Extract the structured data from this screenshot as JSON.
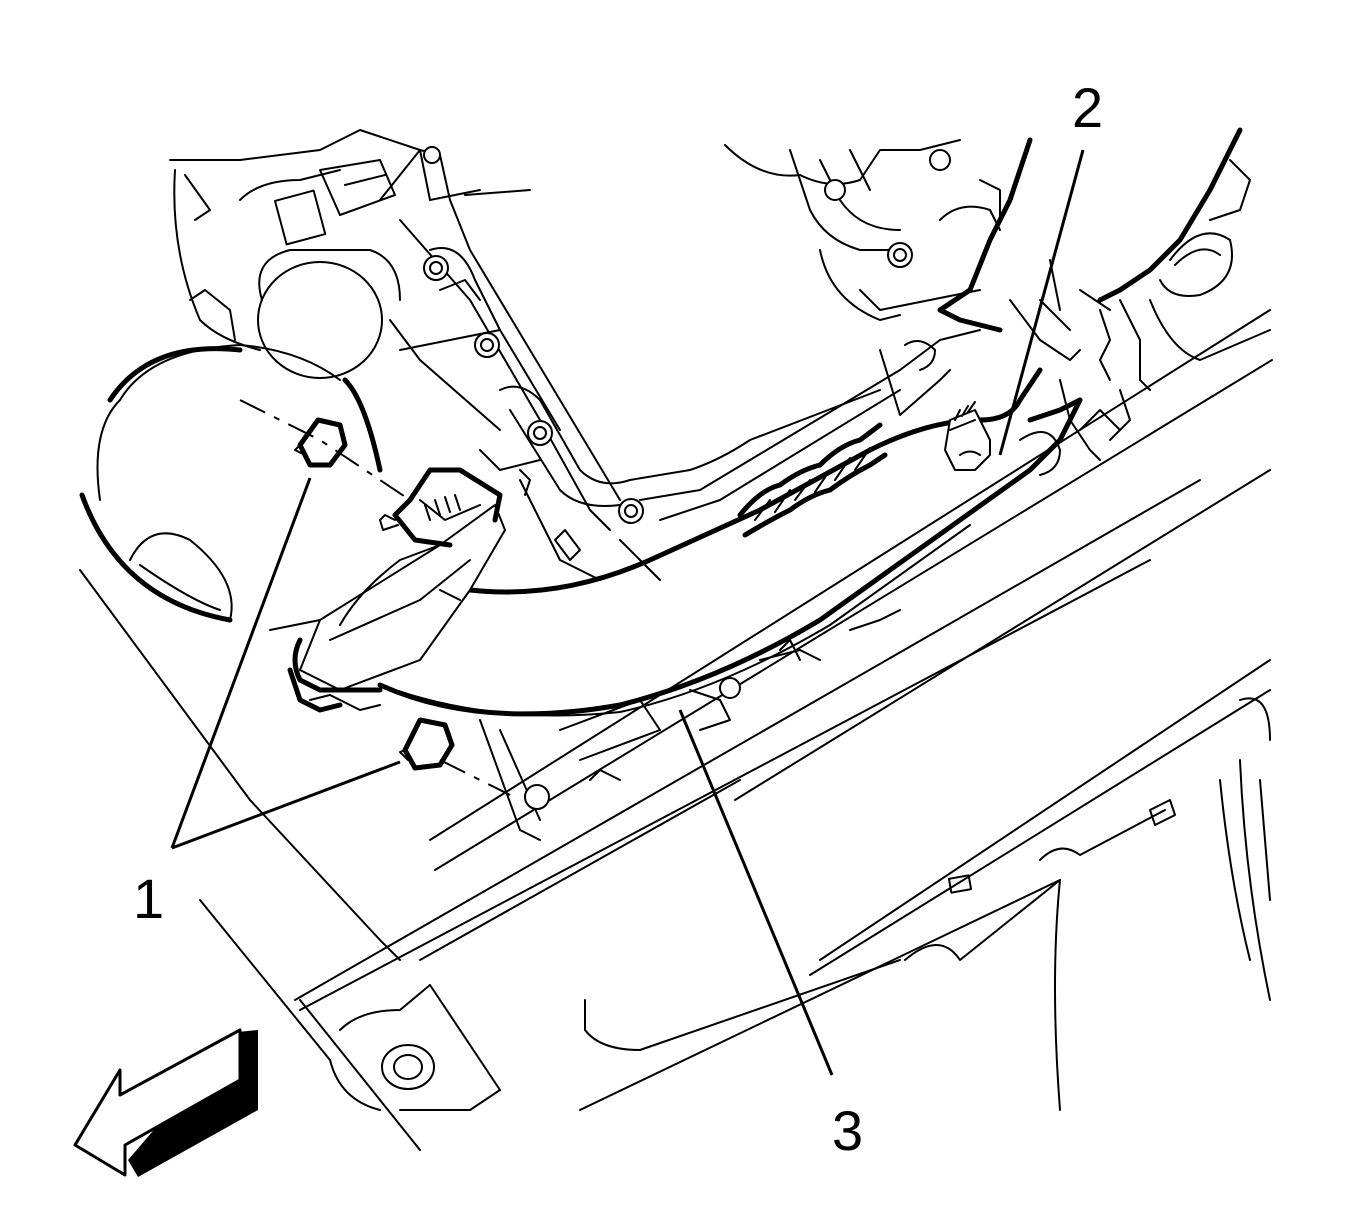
{
  "callouts": {
    "c1": "1",
    "c2": "2",
    "c3": "3"
  },
  "icons": {
    "direction_arrow": "forward-direction-arrow-icon"
  },
  "colors": {
    "ink": "#000000",
    "paper": "#ffffff"
  }
}
